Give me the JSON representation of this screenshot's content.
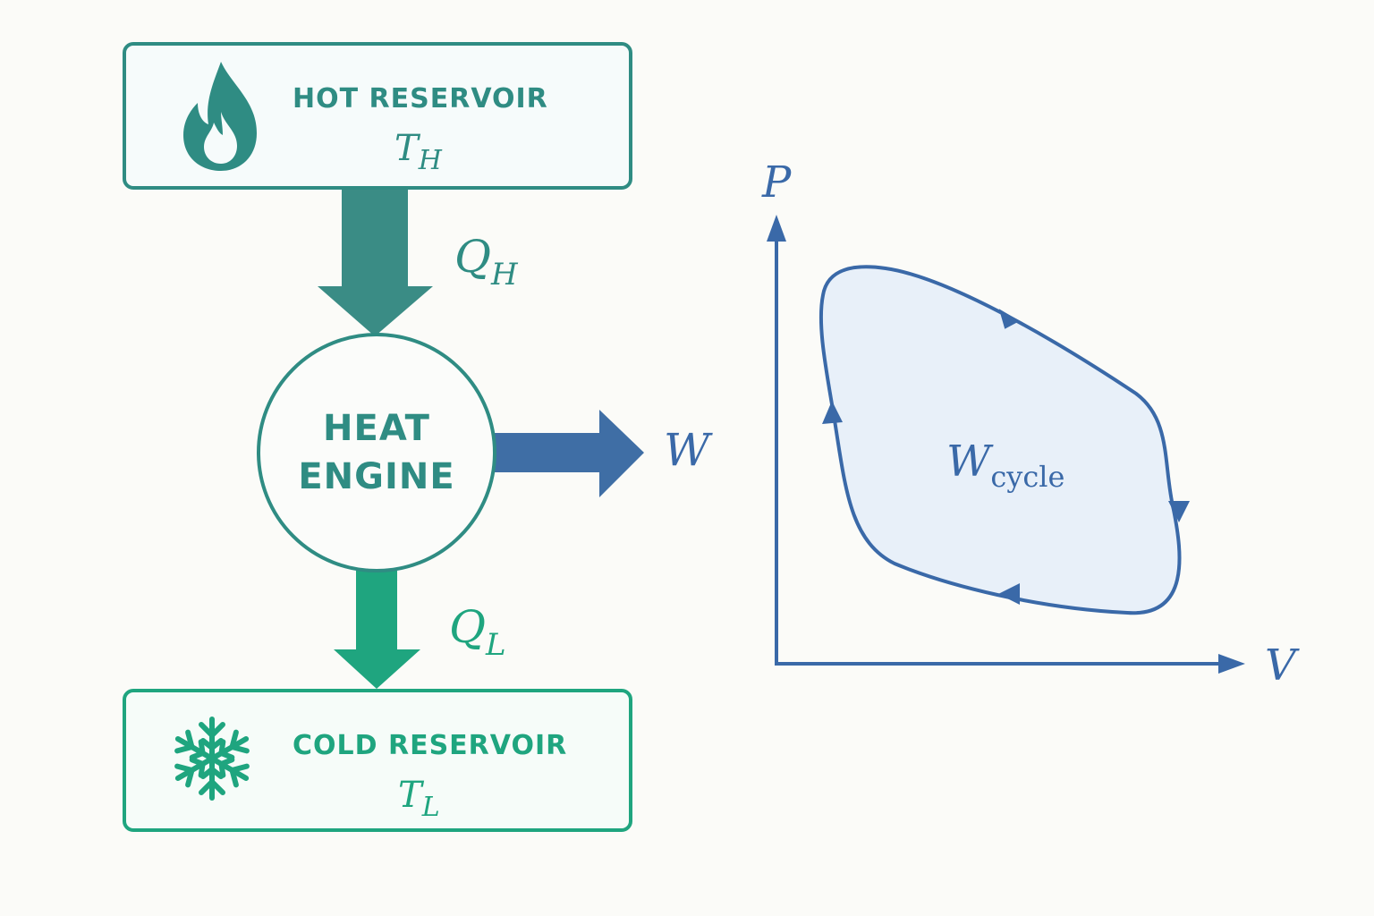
{
  "hot_reservoir": {
    "title": "HOT RESERVOIR",
    "symbol": "T",
    "symbol_sub": "H",
    "icon": "flame-icon",
    "color": "#2f8c83"
  },
  "cold_reservoir": {
    "title": "COLD RESERVOIR",
    "symbol": "T",
    "symbol_sub": "L",
    "icon": "snowflake-icon",
    "color": "#1fa57f"
  },
  "engine": {
    "line1": "HEAT",
    "line2": "ENGINE"
  },
  "flows": {
    "heat_in": {
      "symbol": "Q",
      "sub": "H",
      "color": "#2f8c83"
    },
    "heat_out": {
      "symbol": "Q",
      "sub": "L",
      "color": "#1fa57f"
    },
    "work": {
      "symbol": "W",
      "color": "#3a69a8"
    }
  },
  "pv_diagram": {
    "y_axis": "P",
    "x_axis": "V",
    "area_label": "W",
    "area_label_sub": "cycle",
    "color": "#3a69a8",
    "fill": "#e8f0f9"
  }
}
